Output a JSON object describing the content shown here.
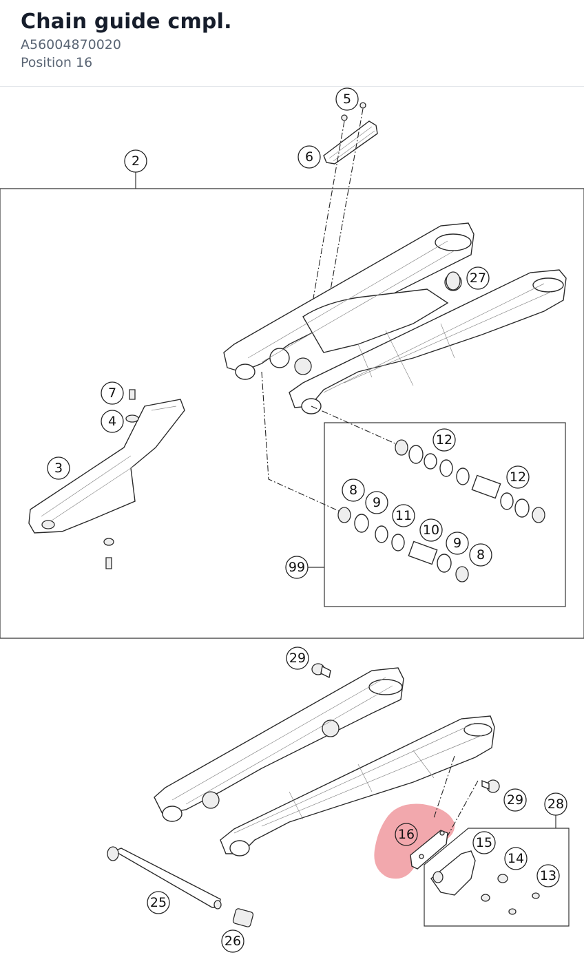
{
  "header": {
    "title": "Chain guide cmpl.",
    "part_number": "A56004870020",
    "position": "Position 16"
  },
  "highlight": {
    "callout": "16",
    "color": "#e8616a"
  },
  "callouts": {
    "c5": "5",
    "c6": "6",
    "c2": "2",
    "c27": "27",
    "c7": "7",
    "c4": "4",
    "c3": "3",
    "c12a": "12",
    "c12b": "12",
    "c8a": "8",
    "c9a": "9",
    "c11": "11",
    "c10": "10",
    "c9b": "9",
    "c8b": "8",
    "c99": "99",
    "c29a": "29",
    "c29b": "29",
    "c28": "28",
    "c16": "16",
    "c15": "15",
    "c14": "14",
    "c13": "13",
    "c25": "25",
    "c26": "26"
  }
}
